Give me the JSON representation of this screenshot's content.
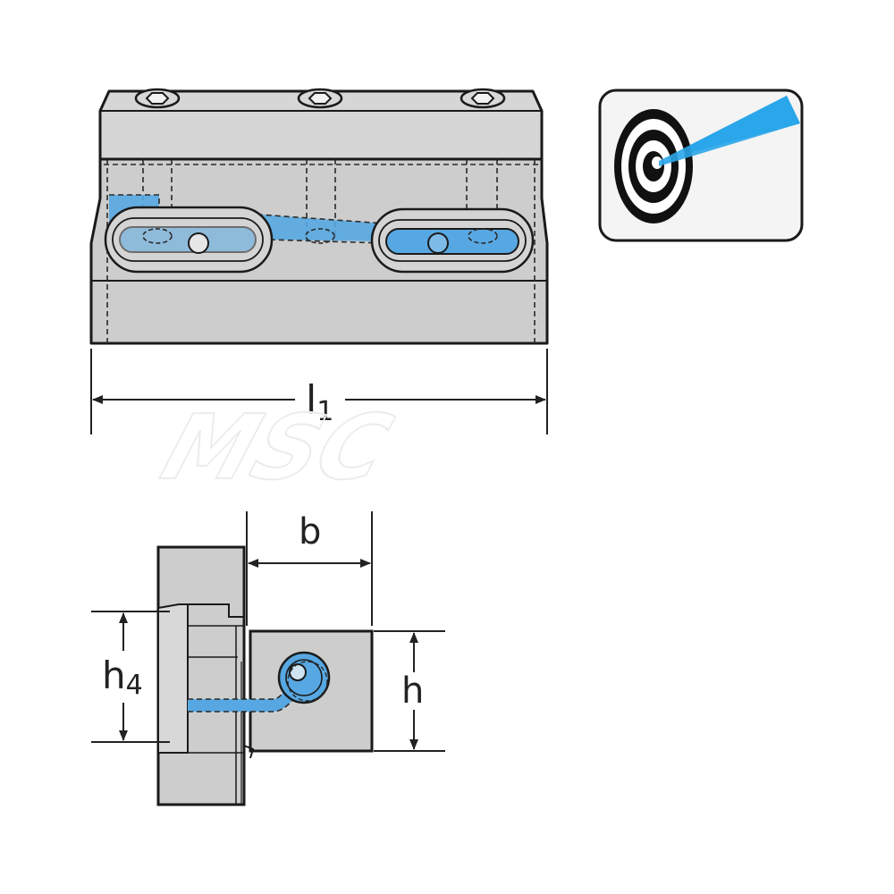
{
  "dimensions": {
    "length": {
      "main": "l",
      "sub": "1"
    },
    "width": {
      "main": "b"
    },
    "height": {
      "main": "h"
    },
    "height_4": {
      "main": "h",
      "sub": "4"
    }
  },
  "badge": {
    "icon": "target-coolant-icon"
  },
  "watermark": {
    "text": "MSC"
  },
  "colors": {
    "body_fill": "#cfcfcf",
    "body_light": "#d9d9d9",
    "outline": "#1a1a1a",
    "coolant": "#57a8e2",
    "coolant_dark": "#1c7fc4",
    "jet": "#2aa6ea",
    "dim_line": "#222222",
    "badge_bg": "#f4f4f4"
  }
}
